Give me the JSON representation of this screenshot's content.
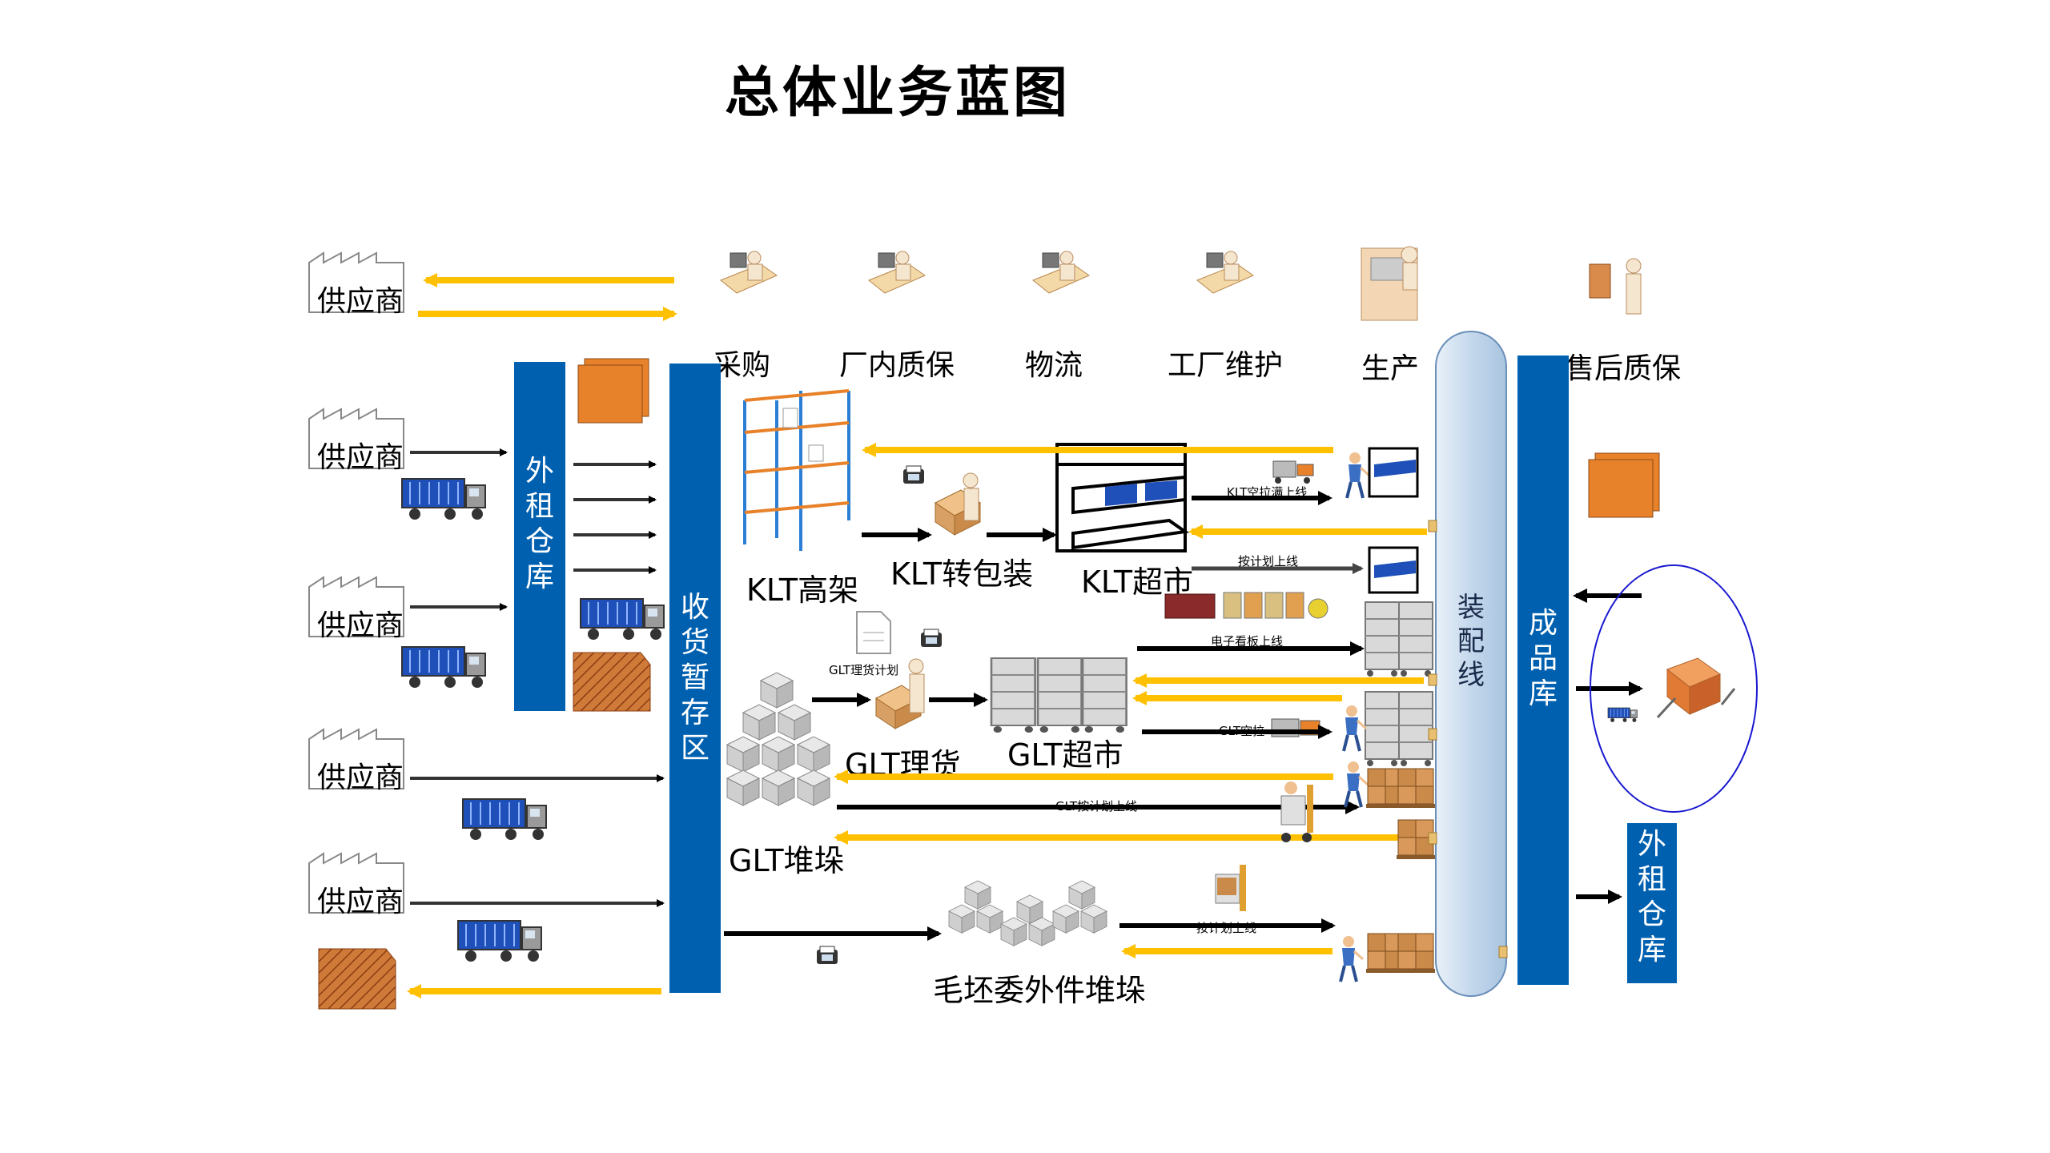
{
  "title": "总体业务蓝图",
  "departments": [
    "采购",
    "厂内质保",
    "物流",
    "工厂维护",
    "生产",
    "售后质保"
  ],
  "supplier_label": "供应商",
  "bars": {
    "outsourced_warehouse": "外租仓库",
    "receiving_staging": "收货暂存区",
    "assembly_line": "装配线",
    "finished_goods": "成品库",
    "outsourced_warehouse_2": "外租仓库"
  },
  "nodes": {
    "klt_high_rack": "KLT高架",
    "klt_repack": "KLT转包装",
    "klt_supermarket": "KLT超市",
    "glt_sorting": "GLT理货",
    "glt_supermarket": "GLT超市",
    "glt_stack": "GLT堆垛",
    "blank_outsourced_stack": "毛坯委外件堆垛"
  },
  "small_labels": {
    "klt_empty_full": "KLT空拉满上线",
    "by_plan_1": "按计划上线",
    "ekanban": "电子看板上线",
    "glt_sorting_plan": "GLT理货计划",
    "glt_empty": "GLT空拉",
    "glt_by_plan": "GLT按计划上线",
    "by_plan_2": "按计划上线"
  },
  "colors": {
    "blue_bar": "#0060b0",
    "yellow_arrow": "#ffc000",
    "black_arrow": "#000000",
    "orange_box": "#e8822a",
    "assembly_fill": "#c9dcee"
  }
}
